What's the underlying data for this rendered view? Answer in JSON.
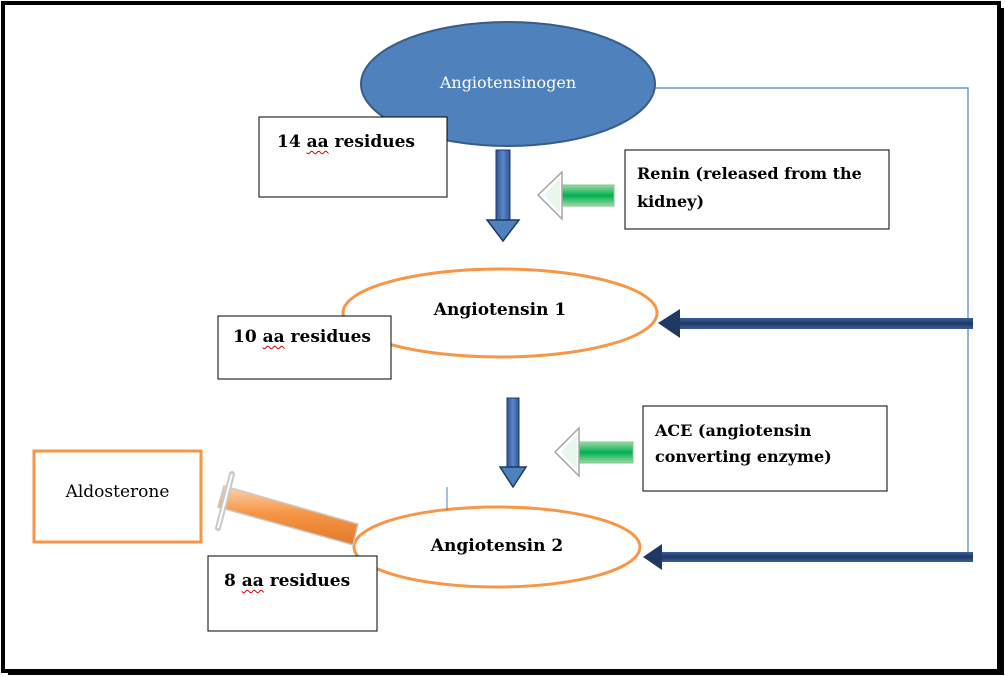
{
  "nodes": {
    "angiotensinogen": "Angiotensinogen",
    "angiotensin1": "Angiotensin 1",
    "angiotensin2": "Angiotensin 2",
    "aldosterone": "Aldosterone"
  },
  "residues": {
    "r14": {
      "num": "14",
      "aa": "aa",
      "rest": "residues"
    },
    "r10": {
      "num": "10",
      "aa": "aa",
      "rest": "residues"
    },
    "r8": {
      "num": "8",
      "aa": "aa",
      "rest": "residues"
    }
  },
  "enzymes": {
    "renin_line1": "Renin (released from the",
    "renin_line2": "kidney)",
    "ace_line1": "ACE (angiotensin",
    "ace_line2": "converting enzyme)"
  },
  "colors": {
    "ellipse_fill": "#4f81bd",
    "ellipse_stroke": "#385d8a",
    "orange": "#f79646",
    "arrow_blue": "#1f3864",
    "arrow_green": "#00b050",
    "line_blue": "#4f81bd"
  }
}
